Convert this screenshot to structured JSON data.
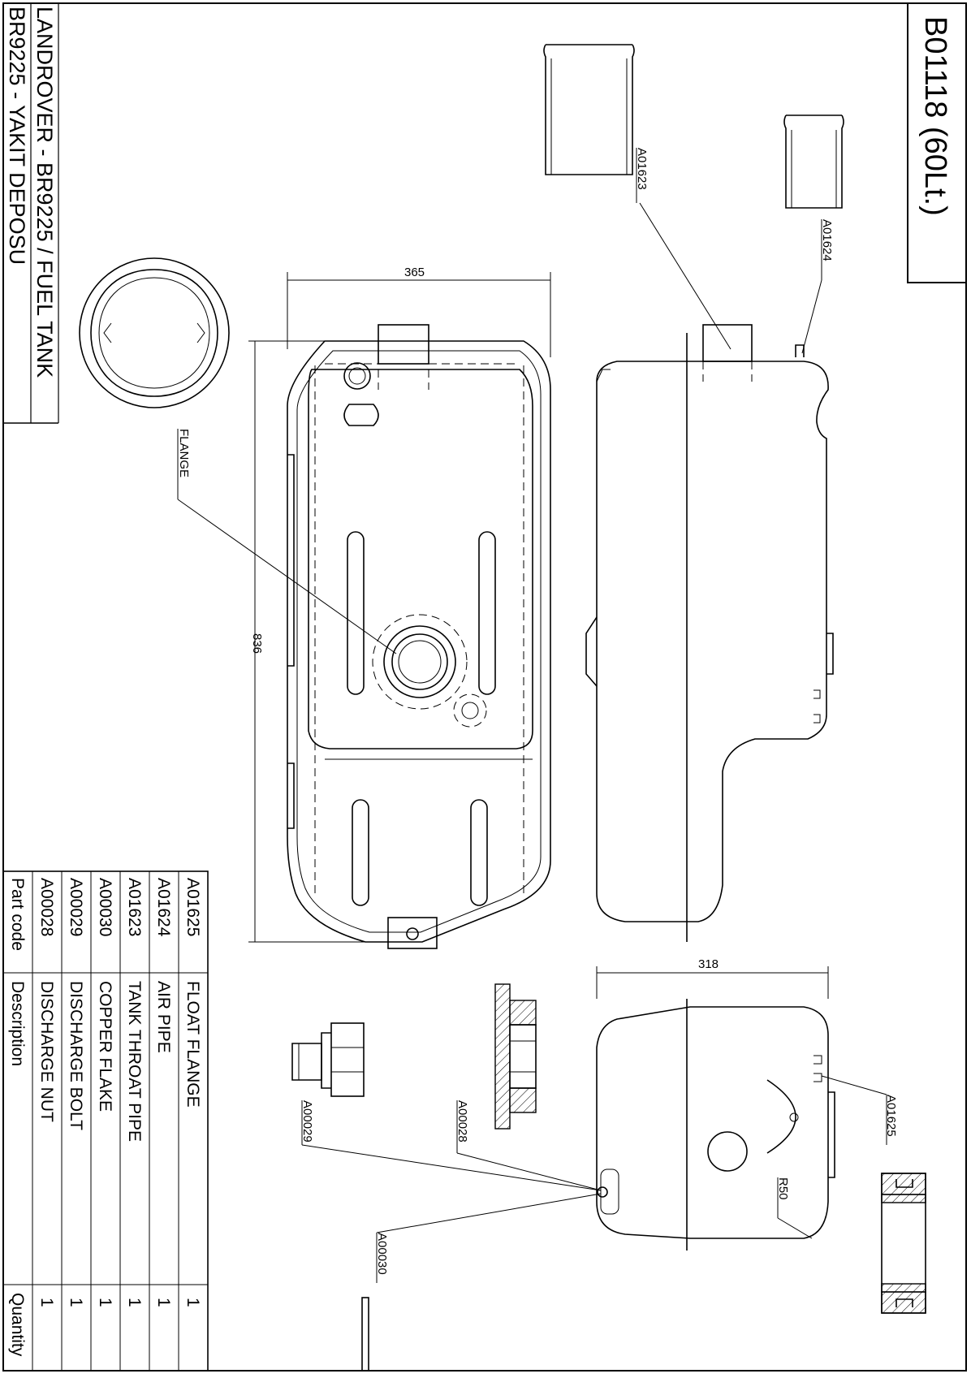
{
  "title_block": {
    "drawing_code": "B01118 (60Lt.)",
    "title_line1": "LANDROVER - BR9225 / FUEL TANK",
    "title_line2": "BR9225 - YAKIT DEPOSU"
  },
  "dimensions": {
    "width_top": "365",
    "length": "836",
    "side_width": "318"
  },
  "callouts": {
    "a01623": "A01623",
    "a01624": "A01624",
    "flange": "FLANGE",
    "a01625": "A01625",
    "r50": "R50",
    "a00029": "A00029",
    "a00028": "A00028",
    "a00030": "A00030"
  },
  "parts_table": {
    "headers": {
      "code": "Part code",
      "description": "Description",
      "quantity": "Quantity"
    },
    "rows": [
      {
        "code": "A01625",
        "description": "FLOAT FLANGE",
        "quantity": "1"
      },
      {
        "code": "A01624",
        "description": "AIR PIPE",
        "quantity": "1"
      },
      {
        "code": "A01623",
        "description": "TANK THROAT PIPE",
        "quantity": "1"
      },
      {
        "code": "A00030",
        "description": "COPPER FLAKE",
        "quantity": "1"
      },
      {
        "code": "A00029",
        "description": "DISCHARGE BOLT",
        "quantity": "1"
      },
      {
        "code": "A00028",
        "description": "DISCHARGE NUT",
        "quantity": "1"
      }
    ]
  }
}
